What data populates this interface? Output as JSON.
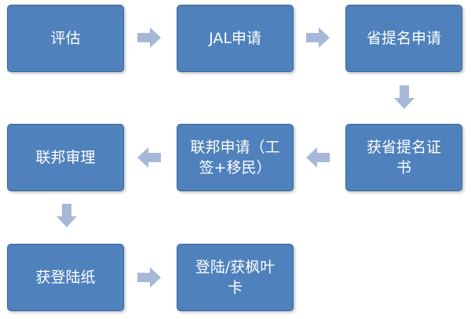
{
  "diagram": {
    "nodes": [
      {
        "id": "assessment",
        "label": "评估"
      },
      {
        "id": "jal",
        "label": "JAL申请"
      },
      {
        "id": "provincial-application",
        "label": "省提名申请"
      },
      {
        "id": "provincial-certificate",
        "label": "获省提名证书"
      },
      {
        "id": "federal-application",
        "label": "联邦申请（工签+移民）"
      },
      {
        "id": "federal-review",
        "label": "联邦审理"
      },
      {
        "id": "landing-paper",
        "label": "获登陆纸"
      },
      {
        "id": "landing-card",
        "label": "登陆/获枫叶卡"
      }
    ],
    "edges": [
      {
        "from": "assessment",
        "to": "jal"
      },
      {
        "from": "jal",
        "to": "provincial-application"
      },
      {
        "from": "provincial-application",
        "to": "provincial-certificate"
      },
      {
        "from": "provincial-certificate",
        "to": "federal-application"
      },
      {
        "from": "federal-application",
        "to": "federal-review"
      },
      {
        "from": "federal-review",
        "to": "landing-paper"
      },
      {
        "from": "landing-paper",
        "to": "landing-card"
      }
    ],
    "colors": {
      "box_fill": "#4f81bd",
      "box_border": "#3c6796",
      "arrow_fill": "#a7b7d8",
      "text": "#ffffff"
    }
  }
}
